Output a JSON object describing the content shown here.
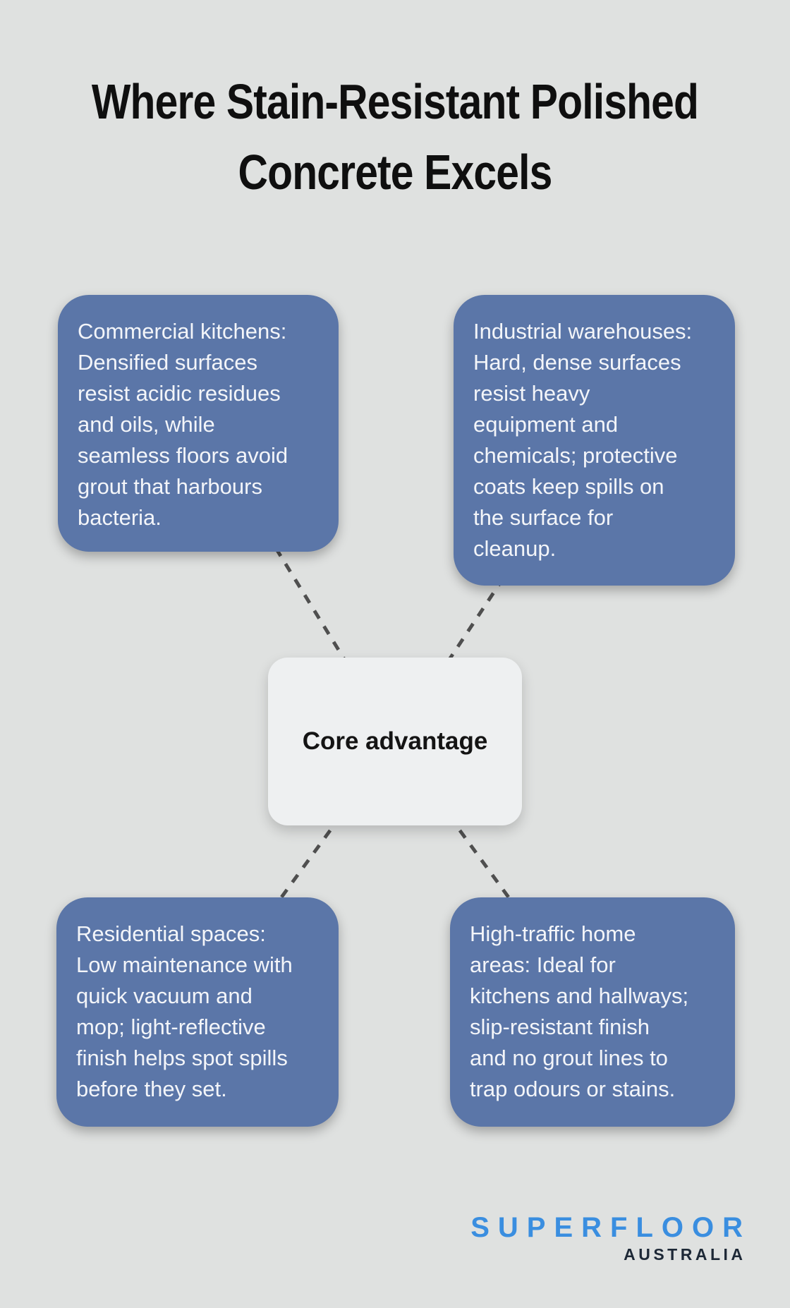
{
  "title": {
    "lines": [
      "Where Stain-Resistant Polished",
      "Concrete Excels"
    ]
  },
  "center": {
    "label": "Core advantage"
  },
  "nodes": [
    {
      "id": "commercial-kitchens",
      "lines": [
        "Commercial kitchens:",
        "Densified surfaces",
        "resist acidic residues",
        "and oils, while",
        "seamless floors avoid",
        "grout that harbours",
        "bacteria."
      ]
    },
    {
      "id": "industrial-warehouses",
      "lines": [
        "Industrial warehouses:",
        "Hard, dense surfaces",
        "resist heavy",
        "equipment and",
        "chemicals; protective",
        "coats keep spills on",
        "the surface for",
        "cleanup."
      ]
    },
    {
      "id": "residential-spaces",
      "lines": [
        "Residential spaces:",
        "Low maintenance with",
        "quick vacuum and",
        "mop; light-reflective",
        "finish helps spot spills",
        "before they set."
      ]
    },
    {
      "id": "high-traffic-home-areas",
      "lines": [
        "High-traffic home",
        "areas: Ideal for",
        "kitchens and hallways;",
        "slip-resistant finish",
        "and no grout lines to",
        "trap odours or stains."
      ]
    }
  ],
  "logo": {
    "name": "SUPERFLOOR",
    "sub": "AUSTRALIA"
  },
  "colors": {
    "background": "#dfe1e0",
    "node_fill": "#5b76a8",
    "node_text": "#f3f5f9",
    "center_fill": "#eef0f1",
    "center_text": "#141414",
    "connector": "#4f4f4f",
    "title": "#0f0f0f",
    "logo_blue": "#3a8ee0",
    "logo_dark": "#1d2836"
  }
}
